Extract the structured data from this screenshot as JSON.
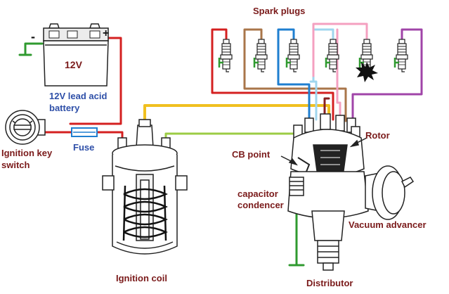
{
  "labels": {
    "spark_plugs": "Spark plugs",
    "battery_voltage": "12V",
    "battery_desc_line1": "12V lead acid",
    "battery_desc_line2": "battery",
    "ignition_key_line1": "Ignition key",
    "ignition_key_line2": "switch",
    "fuse": "Fuse",
    "rotor": "Rotor",
    "cb_point": "CB point",
    "capacitor_line1": "capacitor",
    "capacitor_line2": "condencer",
    "vacuum_advancer": "Vacuum advancer",
    "ignition_coil": "Ignition coil",
    "distributor": "Distributor",
    "battery_minus": "-",
    "battery_plus": "+"
  },
  "colors": {
    "wire_red": "#d42020",
    "wire_green": "#2f9a2f",
    "wire_yellow": "#f0c020",
    "wire_lightgreen": "#9ccc44",
    "wire_brown": "#a9764a",
    "wire_blue": "#1f7fd0",
    "wire_lightblue": "#9fd6ee",
    "wire_pink": "#f4a0c0",
    "wire_purple": "#a044a8",
    "wire_darkred": "#8a2020",
    "label_maroon": "#7a1a1a",
    "label_blue": "#2e4fa8"
  }
}
